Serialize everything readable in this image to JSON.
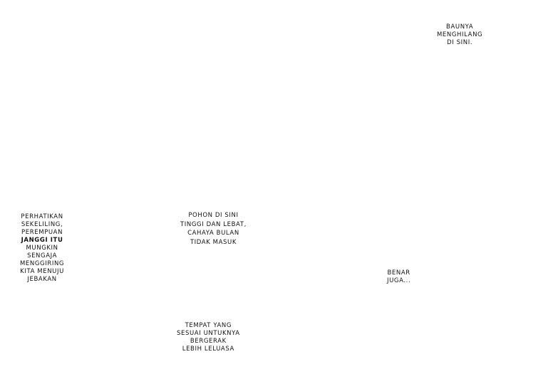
{
  "colors": {
    "background": "#ffffff",
    "text": "#111111"
  },
  "captions": {
    "scent": [
      "BAUNYA",
      "MENGHILANG",
      "DI SINI."
    ],
    "warning": [
      "PERHATIKAN",
      "SEKELILING,",
      "PEREMPUAN",
      "JANGGI ITU",
      "MUNGKIN",
      "SENGAJA",
      "MENGGIRING",
      "KITA MENUJU",
      "JEBAKAN"
    ],
    "trees": [
      "POHON DI SINI",
      "TINGGI DAN LEBAT,",
      "CAHAYA BULAN",
      "TIDAK MASUK"
    ],
    "agree": [
      "BENAR",
      "JUGA..."
    ],
    "place": [
      "TEMPAT YANG",
      "SESUAI UNTUKNYA",
      "BERGERAK",
      "LEBIH LELUASA"
    ]
  }
}
